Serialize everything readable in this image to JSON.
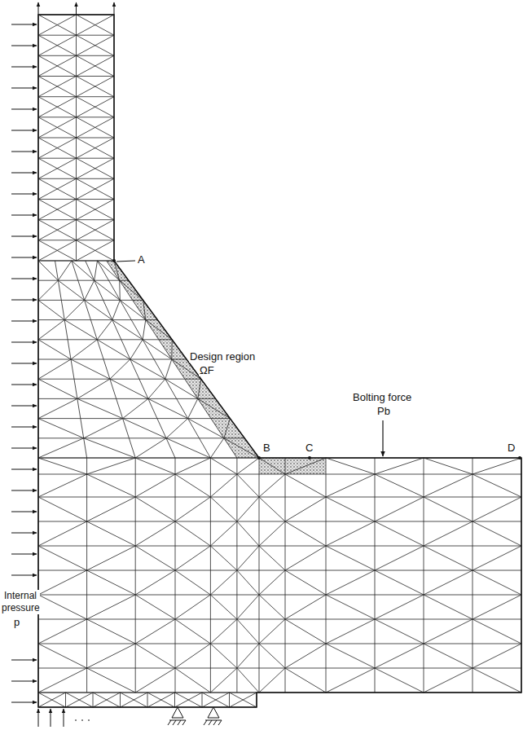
{
  "diagram": {
    "labels": [
      "A",
      "Design region",
      "ΩF",
      "Internal pressure",
      "p",
      "Bolting force",
      "Pb",
      "B",
      "C",
      "D"
    ]
  }
}
